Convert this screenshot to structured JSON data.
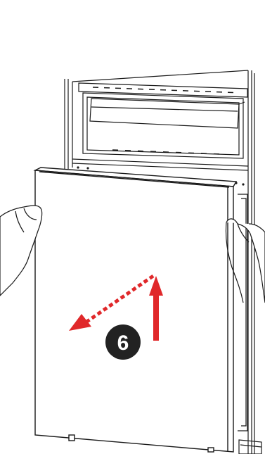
{
  "figure": {
    "step_number": "6",
    "colors": {
      "line": "#1a1a1a",
      "arrow": "#e0282a",
      "badge_fill": "#222222",
      "badge_text": "#ffffff",
      "background": "#ffffff"
    },
    "arrows": [
      {
        "name": "pull-out-arrow",
        "style": "dashed",
        "direction": "down-left"
      },
      {
        "name": "lift-up-arrow",
        "style": "solid",
        "direction": "up"
      }
    ]
  }
}
